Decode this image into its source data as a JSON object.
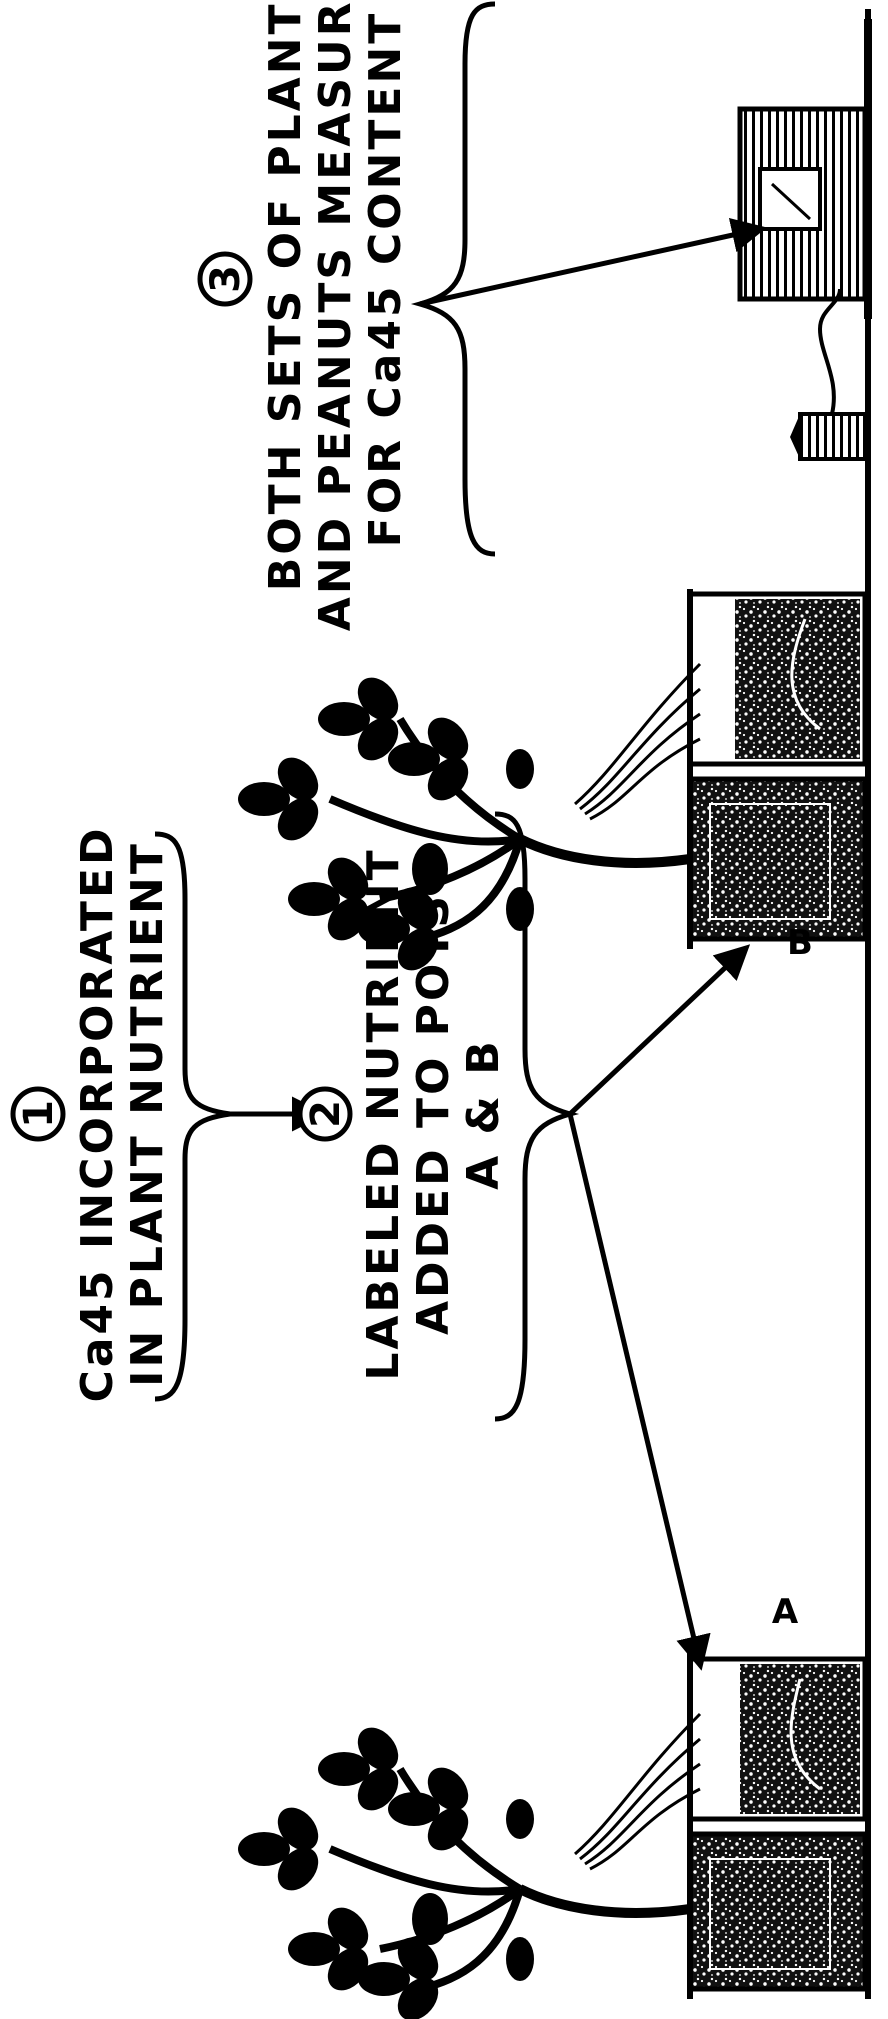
{
  "colors": {
    "ink": "#000000",
    "paper": "#ffffff"
  },
  "steps": [
    {
      "number": "1",
      "lines": [
        "Ca45 INCORPORATED",
        "IN PLANT NUTRIENT"
      ]
    },
    {
      "number": "2",
      "lines": [
        "LABELED NUTRIENT",
        "ADDED TO POTS",
        "A & B"
      ]
    },
    {
      "number": "3",
      "lines": [
        "BOTH SETS OF PLANTS",
        "AND PEANUTS MEASURED",
        "FOR Ca45 CONTENT"
      ]
    }
  ],
  "pots": {
    "a_label": "A",
    "b_label": "B"
  },
  "icons": [
    "peanut-plant-icon",
    "soil-pot-icon",
    "geiger-counter-icon",
    "radiation-probe-icon"
  ]
}
